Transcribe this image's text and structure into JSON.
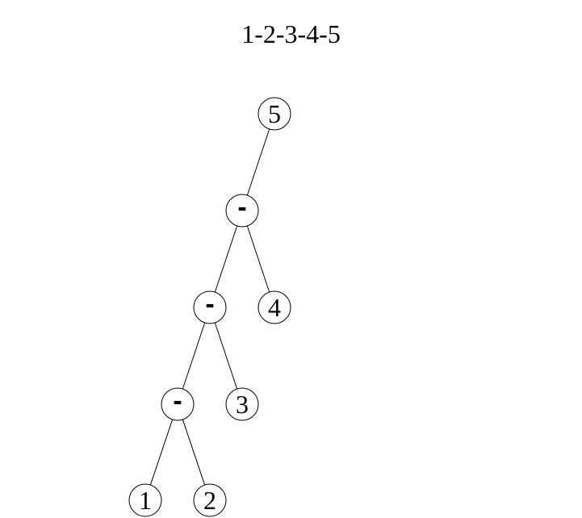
{
  "title": "1-2-3-4-5",
  "colors": {
    "stroke": "#000000",
    "fill": "#ffffff",
    "text": "#000000"
  },
  "tree": {
    "nodes": [
      {
        "id": "n5",
        "label": "5",
        "kind": "operand"
      },
      {
        "id": "op4",
        "label": "-",
        "kind": "operator"
      },
      {
        "id": "op3",
        "label": "-",
        "kind": "operator"
      },
      {
        "id": "n4",
        "label": "4",
        "kind": "operand"
      },
      {
        "id": "op2",
        "label": "-",
        "kind": "operator"
      },
      {
        "id": "n3",
        "label": "3",
        "kind": "operand"
      },
      {
        "id": "n1",
        "label": "1",
        "kind": "operand"
      },
      {
        "id": "n2",
        "label": "2",
        "kind": "operand"
      }
    ],
    "edges": [
      {
        "from": "n5",
        "to": "op4"
      },
      {
        "from": "op4",
        "to": "op3"
      },
      {
        "from": "op4",
        "to": "n4"
      },
      {
        "from": "op3",
        "to": "op2"
      },
      {
        "from": "op3",
        "to": "n3"
      },
      {
        "from": "op2",
        "to": "n1"
      },
      {
        "from": "op2",
        "to": "n2"
      }
    ]
  }
}
